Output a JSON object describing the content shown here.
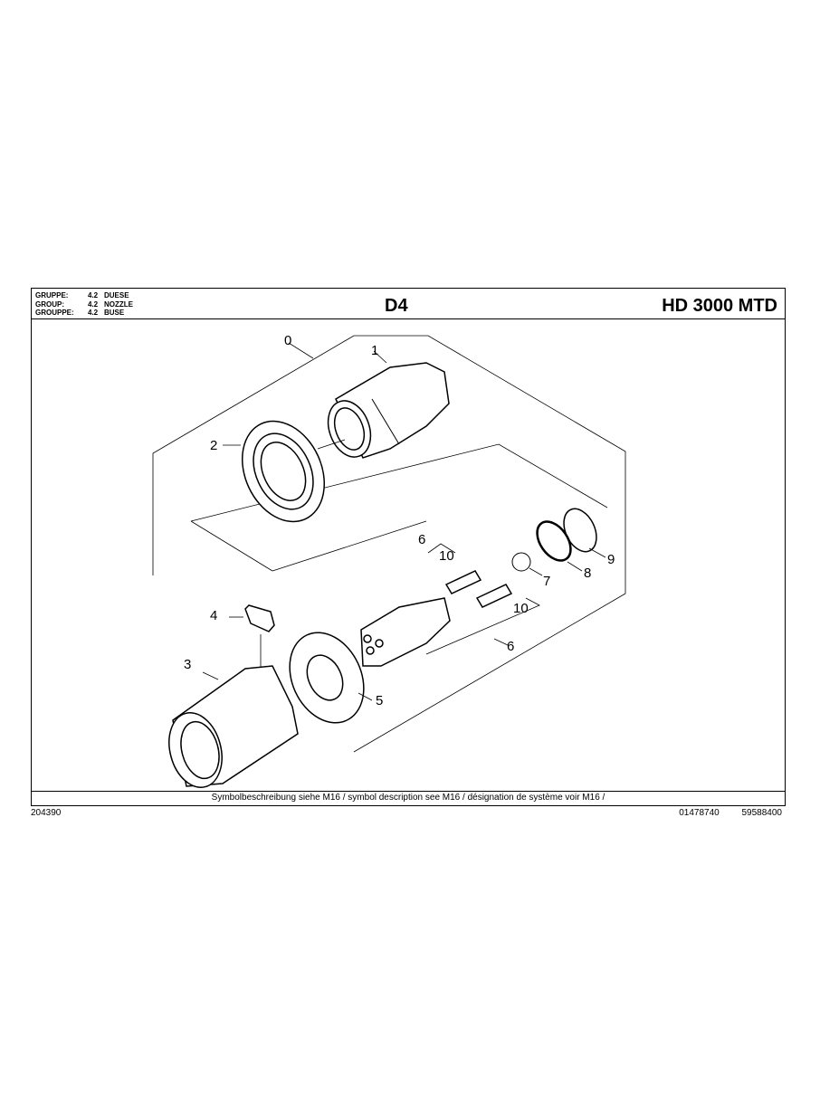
{
  "header": {
    "group_rows": [
      {
        "label": "GRUPPE:",
        "number": "4.2",
        "name": "DUESE"
      },
      {
        "label": "GROUP:",
        "number": "4.2",
        "name": "NOZZLE"
      },
      {
        "label": "GROUPPE:",
        "number": "4.2",
        "name": "BUSE"
      }
    ],
    "drawing_code": "D4",
    "model": "HD 3000 MTD"
  },
  "diagram": {
    "callouts": [
      {
        "id": "0",
        "label": "0"
      },
      {
        "id": "1",
        "label": "1"
      },
      {
        "id": "2",
        "label": "2"
      },
      {
        "id": "3",
        "label": "3"
      },
      {
        "id": "4",
        "label": "4"
      },
      {
        "id": "5",
        "label": "5"
      },
      {
        "id": "6a",
        "label": "6"
      },
      {
        "id": "6b",
        "label": "6"
      },
      {
        "id": "7",
        "label": "7"
      },
      {
        "id": "8",
        "label": "8"
      },
      {
        "id": "9",
        "label": "9"
      },
      {
        "id": "10a",
        "label": "10"
      },
      {
        "id": "10b",
        "label": "10"
      }
    ]
  },
  "footer": {
    "symbol_note": "Symbolbeschreibung siehe M16 / symbol description see M16 / désignation de système voir M16 /",
    "doc_number": "204390",
    "ref_1": "01478740",
    "ref_2": "59588400"
  }
}
